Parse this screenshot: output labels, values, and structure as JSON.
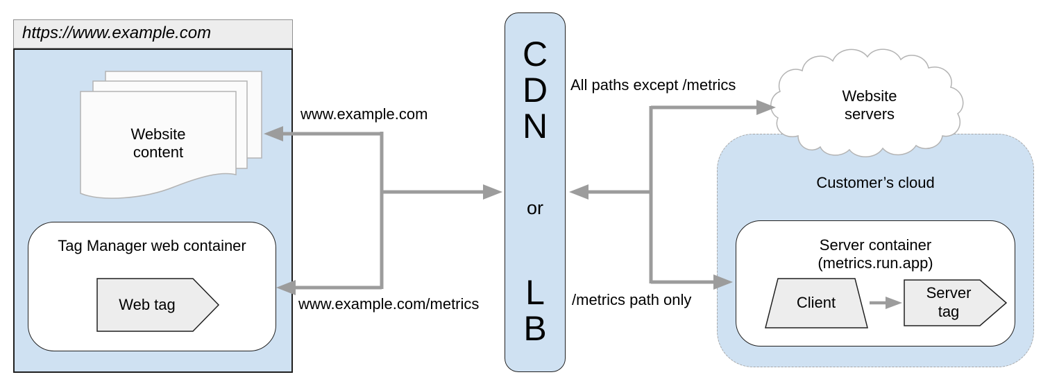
{
  "diagram": {
    "browser": {
      "title": "https://www.example.com",
      "website_content": "Website content",
      "tag_manager": "Tag Manager web container",
      "web_tag": "Web tag"
    },
    "cdn": {
      "letters": [
        "C",
        "D",
        "N"
      ],
      "or_label": "or",
      "lb_letters": [
        "L",
        "B"
      ]
    },
    "edges": {
      "to_website": "www.example.com",
      "to_metrics": "www.example.com/metrics",
      "all_paths": "All paths except /metrics",
      "metrics_only": "/metrics path only"
    },
    "cloud": {
      "website_servers": "Website servers"
    },
    "customer_cloud": {
      "label": "Customer’s cloud",
      "server_container": "Server container",
      "server_container_domain": "(metrics.run.app)",
      "client": "Client",
      "server_tag": "Server tag"
    }
  },
  "colors": {
    "light_blue_fill": "#cfe1f2",
    "titlebar_gray": "#ededed",
    "arrow_gray": "#9c9c9c",
    "shape_fill_gray": "#ededed",
    "page_fill": "#fbfbfb",
    "dark_border": "#1f1f1f",
    "soft_border_gray": "#b3b3b3",
    "dashed_border_gray": "#a6a6a6"
  }
}
